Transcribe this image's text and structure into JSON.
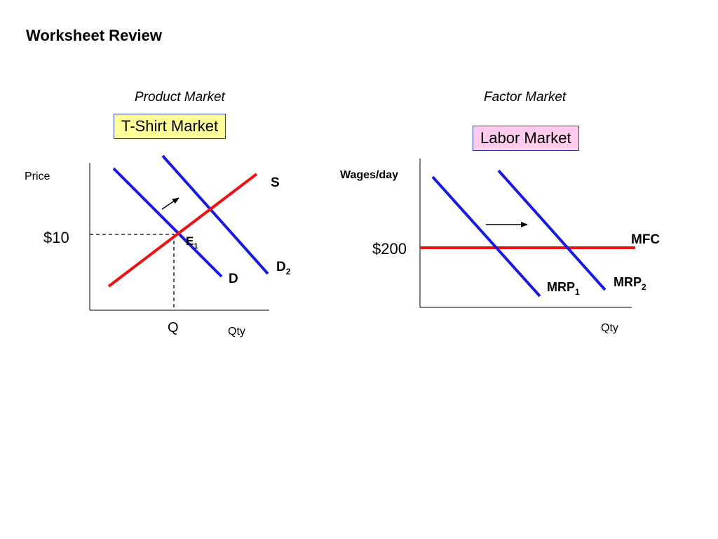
{
  "title": "Worksheet Review",
  "left_panel": {
    "caption": "Product Market",
    "box_label": "T-Shirt Market",
    "box_color": "#ffff99",
    "y_axis_label": "Price",
    "x_axis_label": "Qty",
    "price_label": "$10",
    "quantity_label": "Q",
    "equilibrium_label": {
      "main": "E",
      "sub": "1"
    },
    "supply_label": "S",
    "demand_label": "D",
    "demand2_label": {
      "main": "D",
      "sub": "2"
    }
  },
  "right_panel": {
    "caption": "Factor Market",
    "box_label": "Labor Market",
    "box_color": "#ffccee",
    "y_axis_label": "Wages/day",
    "x_axis_label": "Qty",
    "wage_label": "$200",
    "mfc_label": "MFC",
    "mrp1_label": {
      "main": "MRP",
      "sub": "1"
    },
    "mrp2_label": {
      "main": "MRP",
      "sub": "2"
    }
  },
  "colors": {
    "demand_lines": "#1a1adc",
    "supply_lines": "#ee1111",
    "axes": "#000000"
  }
}
